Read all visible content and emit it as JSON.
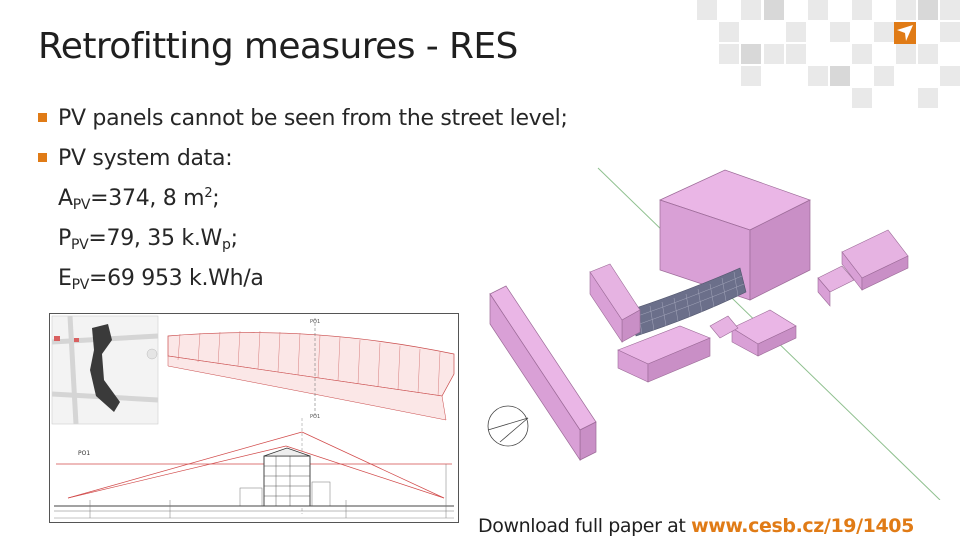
{
  "slide": {
    "title": "Retrofitting measures - RES",
    "bullets": [
      {
        "text": "PV panels cannot be seen from the street level;"
      },
      {
        "text": "PV system data:"
      }
    ],
    "pv_data": [
      {
        "symbol": "A",
        "sub": "PV",
        "value": "=374, 8 m",
        "sup": "2",
        "after": ";"
      },
      {
        "symbol": "P",
        "sub": "PV",
        "value": "=79, 35 k.W",
        "unit_sub": "p",
        "after": ";"
      },
      {
        "symbol": "E",
        "sub": "PV",
        "value": "=69 953 k.Wh/a",
        "after": ""
      }
    ],
    "footer": {
      "prefix": "Download full paper at ",
      "url": "www.cesb.cz/19/1405"
    },
    "colors": {
      "accent": "#e07b16",
      "building": "#d9a0d6",
      "panels": "#6b6f8a"
    }
  }
}
